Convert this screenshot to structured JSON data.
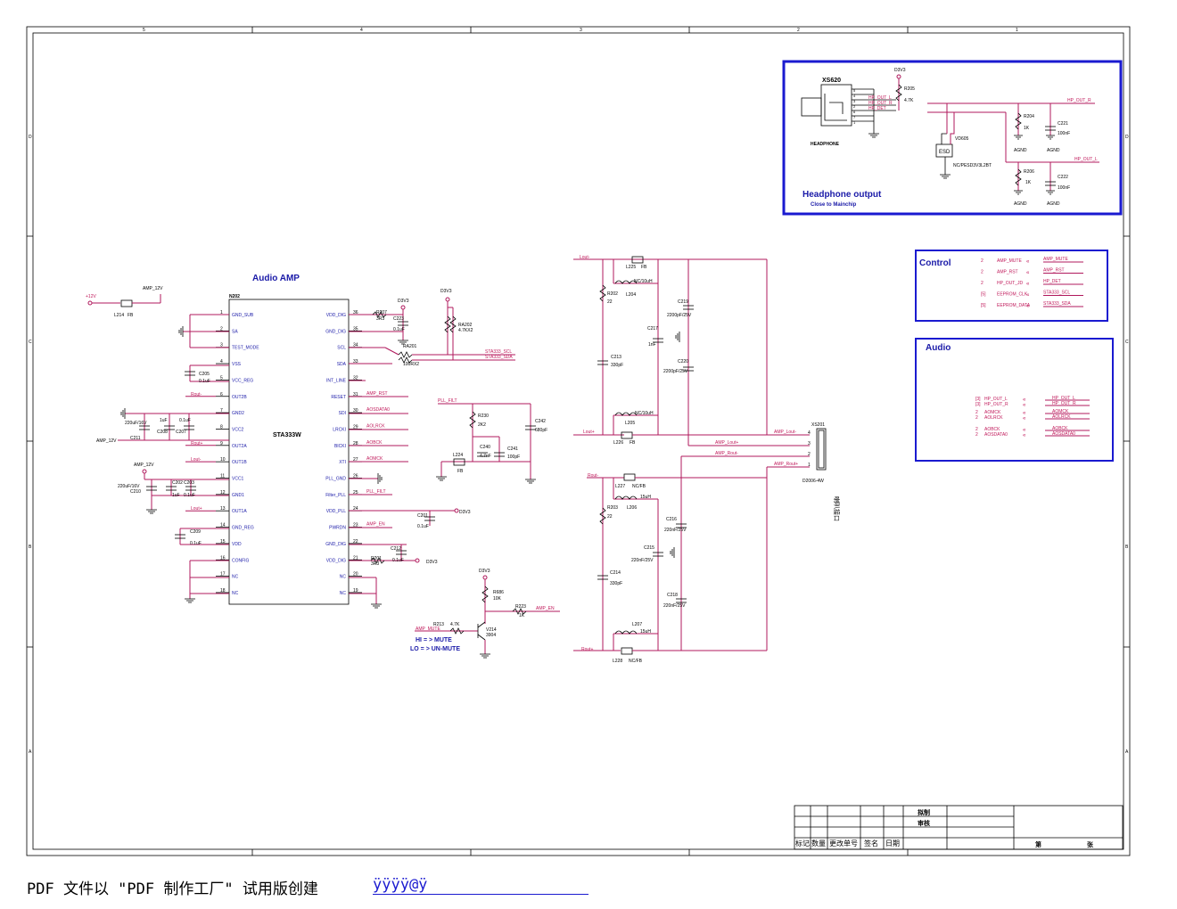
{
  "footer": {
    "note": "PDF 文件以 \"PDF 制作工厂\" 试用版创建",
    "link": "ÿÿÿÿ@ÿ"
  },
  "border_labels": {
    "top": [
      "5",
      "4",
      "3",
      "2",
      "1"
    ],
    "side": [
      "D",
      "C",
      "B",
      "A"
    ]
  },
  "headphone": {
    "title": "Headphone output",
    "subtitle": "Close to Mainchip",
    "jack_ref": "XS620",
    "jack_name": "HEADPHONE",
    "jack_pins": [
      "5",
      "4",
      "3",
      "2",
      "6",
      "7",
      "1"
    ],
    "net_labels": [
      "HP_OUT_L",
      "HP_OUT_R",
      "HP_DET"
    ],
    "d3v3": "D3V3",
    "r205": "R205",
    "r205_val": "4.7K",
    "r204": "R204",
    "r204_val": "1K",
    "r206": "R206",
    "r206_val": "1K",
    "c221": "C221",
    "c221_val": "100nF",
    "c222": "C222",
    "c222_val": "100nF",
    "agnd": "AGND",
    "vd605": "VD605",
    "vd605_part": "NC/PESD3V3L2BT",
    "esd": "ESD",
    "out_r": "HP_OUT_R",
    "out_l": "HP_OUT_L"
  },
  "control": {
    "title": "Control",
    "rows": [
      {
        "pg": "2",
        "local": "AMP_MUTE",
        "net": "AMP_MUTE"
      },
      {
        "pg": "2",
        "local": "AMP_RST",
        "net": "AMP_RST"
      },
      {
        "pg": "2",
        "local": "HP_OUT_JD",
        "net": "HP_DET"
      },
      {
        "pg": "[5]",
        "local": "EEPROM_CLK",
        "net": "STA333_SCL"
      },
      {
        "pg": "[5]",
        "local": "EEPROM_DATA",
        "net": "STA333_SDA"
      }
    ]
  },
  "audio": {
    "title": "Audio",
    "rows": [
      {
        "pg": "[3]",
        "local": "HP_OUT_L",
        "net": "HP_OUT_L"
      },
      {
        "pg": "[3]",
        "local": "HP_OUT_R",
        "net": "HP_OUT_R"
      },
      {
        "pg": "2",
        "local": "AOMCK",
        "net": "AOMCK"
      },
      {
        "pg": "2",
        "local": "AOLRCK",
        "net": "AOLRCK"
      },
      {
        "pg": "2",
        "local": "AOBCK",
        "net": "AOBCK"
      },
      {
        "pg": "2",
        "local": "AOSDATA0",
        "net": "AOSDATA0"
      }
    ]
  },
  "amp": {
    "title": "Audio  AMP",
    "chip_ref": "N202",
    "chip_name": "STA333W",
    "left_pins": [
      {
        "n": "1",
        "name": "GND_SUB"
      },
      {
        "n": "2",
        "name": "SA"
      },
      {
        "n": "3",
        "name": "TEST_MODE"
      },
      {
        "n": "4",
        "name": "VSS"
      },
      {
        "n": "5",
        "name": "VCC_REG"
      },
      {
        "n": "6",
        "name": "OUT2B"
      },
      {
        "n": "7",
        "name": "GND2"
      },
      {
        "n": "8",
        "name": "VCC2"
      },
      {
        "n": "9",
        "name": "OUT2A"
      },
      {
        "n": "10",
        "name": "OUT1B"
      },
      {
        "n": "11",
        "name": "VCC1"
      },
      {
        "n": "12",
        "name": "GND1"
      },
      {
        "n": "13",
        "name": "OUT1A"
      },
      {
        "n": "14",
        "name": "GND_REG"
      },
      {
        "n": "15",
        "name": "VDD"
      },
      {
        "n": "16",
        "name": "CONFIG"
      },
      {
        "n": "17",
        "name": "NC"
      },
      {
        "n": "18",
        "name": "NC"
      }
    ],
    "right_pins": [
      {
        "n": "36",
        "name": "VDD_DIG"
      },
      {
        "n": "35",
        "name": "GND_DIG"
      },
      {
        "n": "34",
        "name": "SCL"
      },
      {
        "n": "33",
        "name": "SDA"
      },
      {
        "n": "32",
        "name": "INT_LINE"
      },
      {
        "n": "31",
        "name": "RESET"
      },
      {
        "n": "30",
        "name": "SDI"
      },
      {
        "n": "29",
        "name": "LRCKI"
      },
      {
        "n": "28",
        "name": "BICKI"
      },
      {
        "n": "27",
        "name": "XTI"
      },
      {
        "n": "26",
        "name": "PLL_GND"
      },
      {
        "n": "25",
        "name": "Filter_PLL"
      },
      {
        "n": "24",
        "name": "VDD_PLL"
      },
      {
        "n": "23",
        "name": "PWRDN"
      },
      {
        "n": "22",
        "name": "GND_DIG"
      },
      {
        "n": "21",
        "name": "VDD_DIG"
      },
      {
        "n": "20",
        "name": "NC"
      },
      {
        "n": "19",
        "name": "NC"
      }
    ],
    "right_nets": [
      "",
      "",
      "",
      "",
      "",
      "AMP_RST",
      "AOSDATA0",
      "AOLRCK",
      "AOBCK",
      "AOMCK",
      "",
      "PLL_FILT",
      "",
      "AMP_EN",
      "",
      "",
      "",
      ""
    ],
    "left_nets": [
      "",
      "",
      "",
      "",
      "",
      "Rout-",
      "",
      "",
      "Rout+",
      "Lout-",
      "",
      "",
      "Lout+",
      "",
      "",
      "",
      "",
      ""
    ],
    "p12v": "+12V",
    "amp12v": "AMP_12V",
    "l214": "L214",
    "fb": "FB",
    "d3v3": "D3V3",
    "r207": "R207",
    "r207_val": "3R3",
    "c223": "C223",
    "c223_val": "0.1uF",
    "ra201": "RA201",
    "ra201_val": "100RX2",
    "ra202": "RA202",
    "ra202_val": "4.7KX2",
    "scl": "STA333_SCL",
    "sda": "STA333_SDA",
    "c205": "C205",
    "c205_val": "0.1uF",
    "c211": "C211",
    "c211_val": "220uF/16V",
    "c208": "C208",
    "c208_val": "1uF",
    "c207": "C207",
    "c207_val": "0.1uF",
    "amp12v_in": "AMP_12V",
    "c210": "C210",
    "c210_val": "220uF/16V",
    "c202": "C202",
    "c203": "C203",
    "c202_val": "1uF",
    "c203_val": "0.1uF",
    "c209": "C209",
    "c209_val": "0.1uF",
    "c201": "C201",
    "c201_val": "0.1uF",
    "c212": "C212",
    "c212_val": "0.1uF",
    "r201": "R201",
    "r201_val": "3R3",
    "pll_filt": "PLL_FILT",
    "r230": "R230",
    "r230_val": "2K2",
    "c242": "C242",
    "c242_val": "680pF",
    "c240": "C240",
    "c240_val": "4.7nF",
    "c241": "C241",
    "c241_val": "100pF",
    "l224": "L224",
    "l224_fb": "FB"
  },
  "mute": {
    "d3v3": "D3V3",
    "r686": "R686",
    "r686_val": "10K",
    "r223": "R223",
    "r223_val": "1K",
    "amp_en": "AMP_EN",
    "r213": "R213",
    "r213_val": "4.7K",
    "amp_mute": "AMP_MUTE",
    "v214": "V214",
    "v214_part": "3904",
    "hi": "HI = > MUTE",
    "lo": "LO = > UN-MUTE"
  },
  "filter": {
    "lout_m": "Lout-",
    "lout_p": "Lout+",
    "rout_m": "Rout-",
    "rout_p": "Rout+",
    "l225": "L225",
    "l226": "L226",
    "l227": "L227",
    "l228": "L228",
    "fb": "FB",
    "ncfb": "NC/FB",
    "l204": "L204",
    "l204_val": "NC/10uH",
    "l205": "L205",
    "l205_val": "NC/10uH",
    "l206": "L206",
    "l206_val": "15uH",
    "l207": "L207",
    "l207_val": "15uH",
    "r202": "R202",
    "r202_val": "22",
    "r203": "R203",
    "r203_val": "22",
    "c213": "C213",
    "c213_val": "330pF",
    "c214": "C214",
    "c214_val": "330pF",
    "c219": "C219",
    "c219_val": "2200pF/25V",
    "c217": "C217",
    "c217_val": "1nF",
    "c220": "C220",
    "c220_val": "2200pF/25V",
    "c216": "C216",
    "c216_val": "220nF/25V",
    "c215": "C215",
    "c215_val": "220nF/25V",
    "c218": "C218",
    "c218_val": "220nF/25V",
    "amp_lout_m": "AMP_Lout-",
    "amp_lout_p": "AMP_Lout+",
    "amp_rout_m": "AMP_Rout-",
    "amp_rout_p": "AMP_Rout+",
    "xs201": "XS201",
    "xs201_part": "D2006-4W",
    "xs201_pins": [
      "4",
      "3",
      "2",
      "1"
    ],
    "spk_note": "喇叭接口"
  },
  "titleblock": {
    "row1": "拟制",
    "row2": "审核",
    "headers": [
      "标记",
      "数量",
      "更改单号",
      "签名",
      "日期"
    ],
    "page": "第",
    "sheet": "张"
  }
}
